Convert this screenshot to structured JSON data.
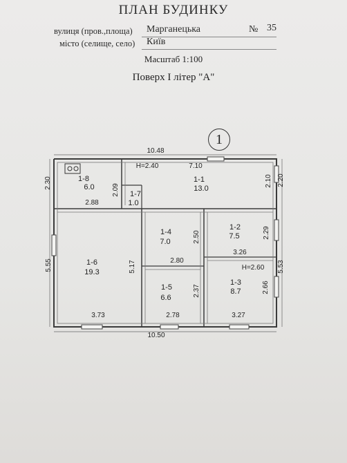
{
  "document": {
    "title": "ПЛАН БУДИНКУ",
    "street_label": "вулиця (пров.,площа)",
    "street_value": "Марганецька",
    "number_label": "№",
    "number_value": "35",
    "city_label": "місто (селище, село)",
    "city_value": "Київ",
    "scale": "Масштаб 1:100",
    "floor": "Поверх I літер \"А\"",
    "plan_number": "1"
  },
  "rooms": [
    {
      "id": "1-1",
      "area": "13.0"
    },
    {
      "id": "1-2",
      "area": "7.5"
    },
    {
      "id": "1-3",
      "area": "8.7"
    },
    {
      "id": "1-4",
      "area": "7.0"
    },
    {
      "id": "1-5",
      "area": "6.6"
    },
    {
      "id": "1-6",
      "area": "19.3"
    },
    {
      "id": "1-7",
      "area": "1.0"
    },
    {
      "id": "1-8",
      "area": "6.0"
    }
  ],
  "dimensions": {
    "top_total": "10.48",
    "top_inner": "7.10",
    "bottom_total": "10.50",
    "height_top": "Н=2.40",
    "height_bottom": "Н=2.60",
    "left_top": "2.30",
    "left_main": "5.55",
    "right_top": "2.20",
    "right_main": "5.53",
    "r18_height": "2.09",
    "r18_width": "2.88",
    "r11_height": "2.10",
    "r16_height": "5.17",
    "r14_height": "2.50",
    "r14_width": "2.80",
    "r12_height": "2.29",
    "r12_width": "3.26",
    "r13_height": "2.66",
    "r15_height": "2.37",
    "bottom_left": "3.73",
    "bottom_mid": "2.78",
    "bottom_right": "3.27"
  }
}
